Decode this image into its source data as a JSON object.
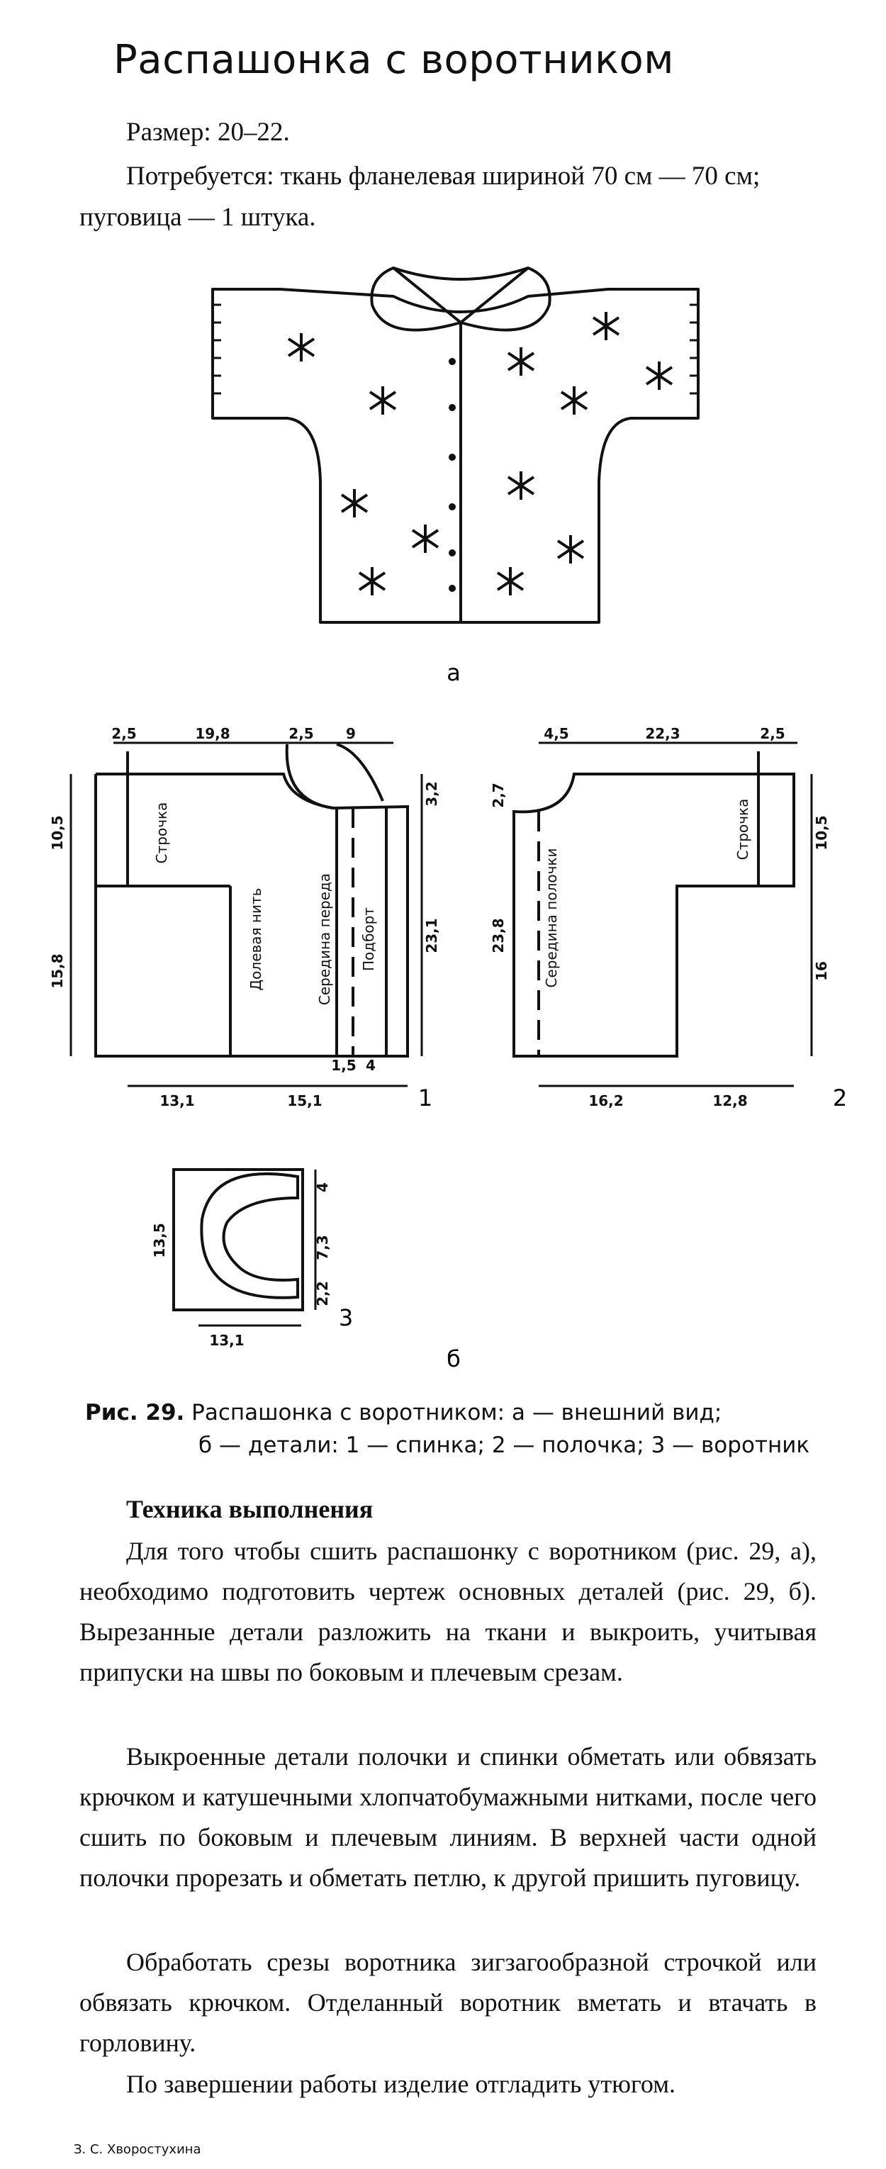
{
  "title": "Распашонка с воротником",
  "size_line": "Размер: 20–22.",
  "requirements": "Потребуется: ткань фланелевая шириной 70 см — 70 см; пуговица — 1 штука.",
  "figure": {
    "label_a": "а",
    "label_b": "б",
    "part1": {
      "number": "1",
      "top_dims": [
        "2,5",
        "19,8",
        "2,5",
        "9"
      ],
      "left_dims": [
        "10,5",
        "15,8"
      ],
      "right_dims": [
        "3,2",
        "23,1"
      ],
      "bottom_inner": [
        "1,5",
        "4"
      ],
      "bottom_dims": [
        "13,1",
        "15,1"
      ],
      "labels": [
        "Строчка",
        "Долевая нить",
        "Середина переда",
        "Подборт"
      ]
    },
    "part2": {
      "number": "2",
      "top_dims": [
        "4,5",
        "22,3",
        "2,5"
      ],
      "left_dims": [
        "2,7",
        "23,8"
      ],
      "right_dims": [
        "10,5",
        "16"
      ],
      "bottom_dims": [
        "16,2",
        "12,8"
      ],
      "labels": [
        "Середина полочки",
        "Строчка"
      ]
    },
    "part3": {
      "number": "3",
      "left_dim": "13,5",
      "right_dims": [
        "4",
        "7,3",
        "2,2"
      ],
      "bottom_dim": "13,1"
    }
  },
  "caption": {
    "label": "Рис. 29.",
    "line1": "Распашонка с воротником: а — внешний вид;",
    "line2": "б — детали: 1 — спинка; 2 — полочка; 3 — воротник"
  },
  "section_title": "Техника выполнения",
  "paragraphs": [
    "Для того чтобы сшить распашонку с воротником (рис. 29, а), необходимо подготовить чертеж основных деталей (рис. 29, б). Вырезанные детали разложить на ткани и выкроить, учитывая припуски на швы по боковым и плечевым срезам.",
    "Выкроенные детали полочки и спинки обметать или обвязать крючком и катушечными хлопчатобумажными нитками, после чего сшить по боковым и плечевым линиям. В верхней части одной полочки прорезать и обметать петлю, к другой пришить пуговицу.",
    "Обработать срезы воротника зигзагообразной строчкой или обвязать крючком. Отделанный воротник вметать и втачать в горловину.",
    "По завершении работы изделие отгладить утюгом."
  ],
  "footer": "З. С. Хворостухина"
}
